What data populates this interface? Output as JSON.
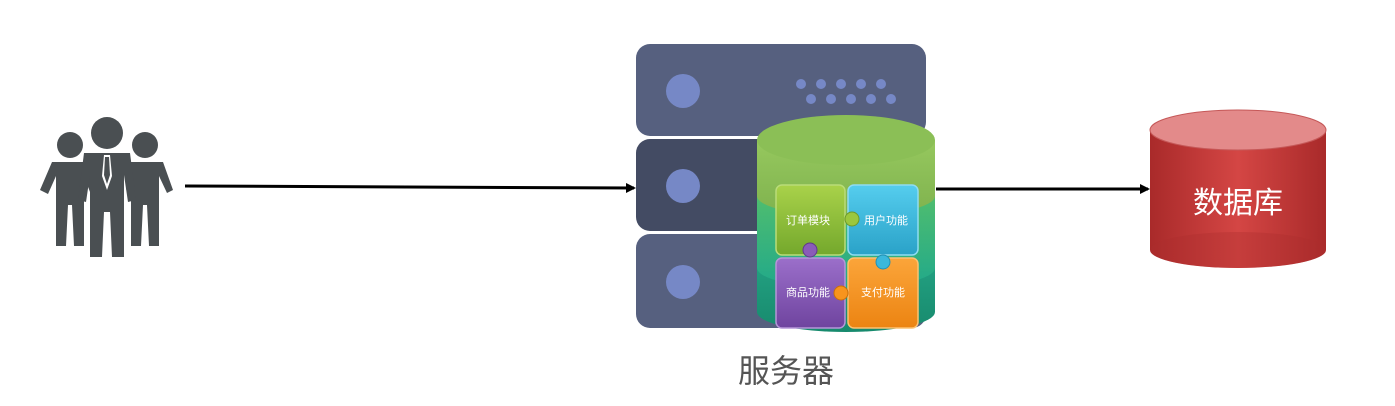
{
  "diagram": {
    "users_icon": "users-group-icon",
    "server": {
      "label": "服务器",
      "modules": {
        "order": "订单模块",
        "user": "用户功能",
        "product": "商品功能",
        "payment": "支付功能"
      }
    },
    "database": {
      "label": "数据库"
    }
  },
  "colors": {
    "server_rack_light": "#56607f",
    "server_rack_dark": "#434b63",
    "server_dot": "#7688c6",
    "cylinder_top": "#89bc56",
    "cylinder_mid": "#2bb38a",
    "cylinder_bottom": "#1e9478",
    "puzzle_green": "#8cbf3a",
    "puzzle_blue": "#35b7dc",
    "puzzle_purple": "#8a5cb8",
    "puzzle_orange": "#f7941d",
    "db_top": "#e38a8a",
    "db_body": "#c93a38",
    "people": "#4a4f52",
    "arrow": "#000000",
    "label_gray": "#555555"
  }
}
